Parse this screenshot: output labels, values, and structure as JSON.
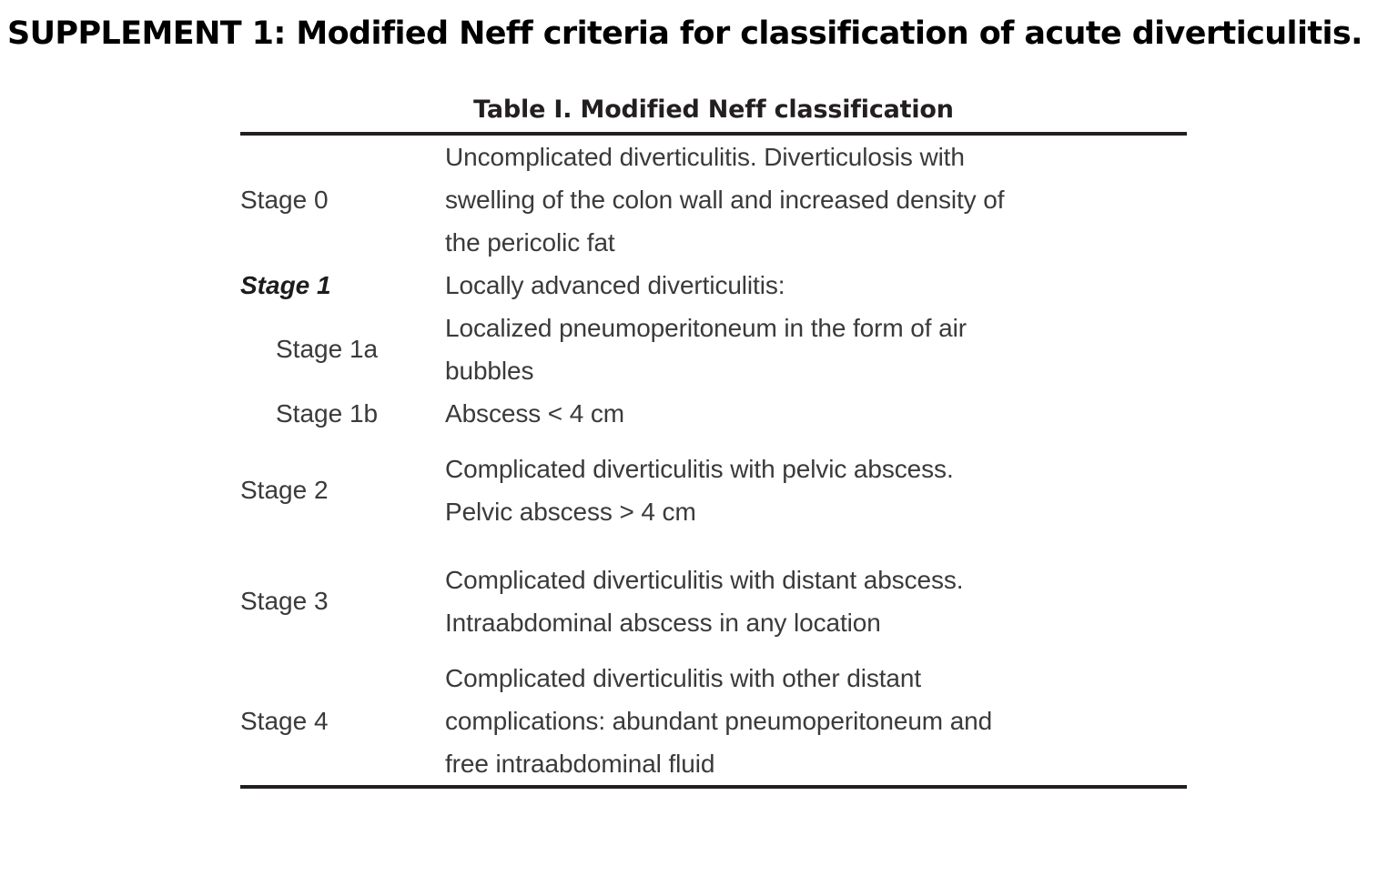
{
  "document": {
    "supplement_title": "SUPPLEMENT 1: Modified Neff criteria for classification of acute diverticulitis.",
    "table": {
      "caption": "Table I. Modified Neff classification",
      "rows": [
        {
          "stage": "Stage 0",
          "description": "Uncomplicated diverticulitis. Diverticulosis with\nswelling of the colon wall and increased density of\nthe pericolic fat",
          "style": "normal",
          "indent": false
        },
        {
          "stage": "Stage 1",
          "description": "Locally advanced diverticulitis:",
          "style": "bold-italic",
          "indent": false
        },
        {
          "stage": "Stage 1a",
          "description": " Localized pneumoperitoneum in the form of air\nbubbles",
          "style": "normal",
          "indent": true
        },
        {
          "stage": "Stage 1b",
          "description": " Abscess < 4 cm",
          "style": "normal",
          "indent": true
        },
        {
          "stage": "Stage 2",
          "description": "Complicated diverticulitis with pelvic abscess.\nPelvic abscess > 4 cm",
          "style": "normal",
          "indent": false
        },
        {
          "stage": "Stage 3",
          "description": "Complicated diverticulitis with distant abscess.\nIntraabdominal abscess in any location",
          "style": "normal",
          "indent": false
        },
        {
          "stage": "Stage 4",
          "description": "Complicated diverticulitis with other distant\ncomplications: abundant pneumoperitoneum and\nfree intraabdominal fluid",
          "style": "normal",
          "indent": false
        }
      ]
    }
  },
  "colors": {
    "rule": "#231f20",
    "title_text": "#000000",
    "body_text": "#3a3a3a",
    "background": "#ffffff"
  }
}
